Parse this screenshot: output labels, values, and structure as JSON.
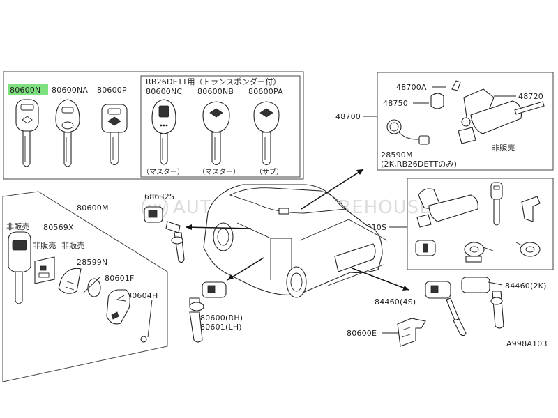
{
  "watermark": "AUTOMOTIVE WAREHOUSE",
  "watermark_prefix": "AW",
  "diagram_code": "A998A103",
  "highlight_color": "#7ee07e",
  "keys_box": {
    "labels": [
      "80600N",
      "80600NA",
      "80600P"
    ],
    "rb26_header": "RB26DETT用（トランスポンダー付）",
    "rb26_labels": [
      "80600NC",
      "80600NB",
      "80600PA"
    ],
    "rb26_captions": [
      "（マスター）",
      "（マスター）",
      "（サブ）"
    ]
  },
  "ignition_box": {
    "labels": [
      "48700A",
      "48750",
      "48720",
      "28590M"
    ],
    "outer_label": "48700",
    "note": "(2K,RB26DETTのみ)",
    "not_for_sale": "非販売"
  },
  "lockset_box": {
    "outer_label": "80010S"
  },
  "remote_box": {
    "labels": [
      "80600M",
      "80569X",
      "28599N",
      "80601F",
      "80604H"
    ],
    "not_for_sale_1": "非販売",
    "not_for_sale_2": "非販売",
    "not_for_sale_3": "非販売"
  },
  "center": {
    "label_68632s": "68632S",
    "label_80600rh": "80600(RH)",
    "label_80601lh": "80601(LH)",
    "label_84460_4s": "84460(4S)",
    "label_84460_2k": "84460(2K)",
    "label_80600e": "80600E"
  }
}
